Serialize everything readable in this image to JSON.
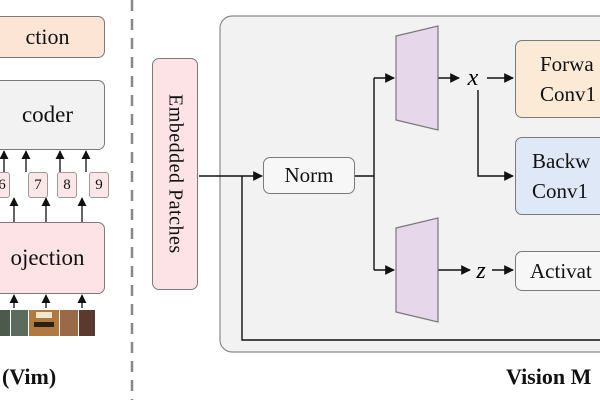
{
  "left_panel": {
    "top_box_label": "ction",
    "encoder_label": "coder",
    "projection_label": "ojection",
    "tokens": [
      "6",
      "7",
      "8",
      "9"
    ],
    "caption": "(Vim)",
    "colors": {
      "top_box": "#fce5d5",
      "encoder": "#f2f2f2",
      "projection": "#fde3e6",
      "token": "#fde6e8"
    }
  },
  "right_panel": {
    "embedded_label": "Embedded Patches",
    "norm_label": "Norm",
    "x_label": "x",
    "z_label": "z",
    "forward_label_lines": [
      "Forwa",
      "Conv1"
    ],
    "backward_label_lines": [
      "Backw",
      "Conv1"
    ],
    "activation_label": "Activat",
    "caption": "Vision M",
    "colors": {
      "panel_bg": "#f2f2f2",
      "embedded": "#fde3e6",
      "projection_trapezoid": "#e6d7ea",
      "forward": "#fbead6",
      "backward": "#dfe8f6"
    }
  }
}
